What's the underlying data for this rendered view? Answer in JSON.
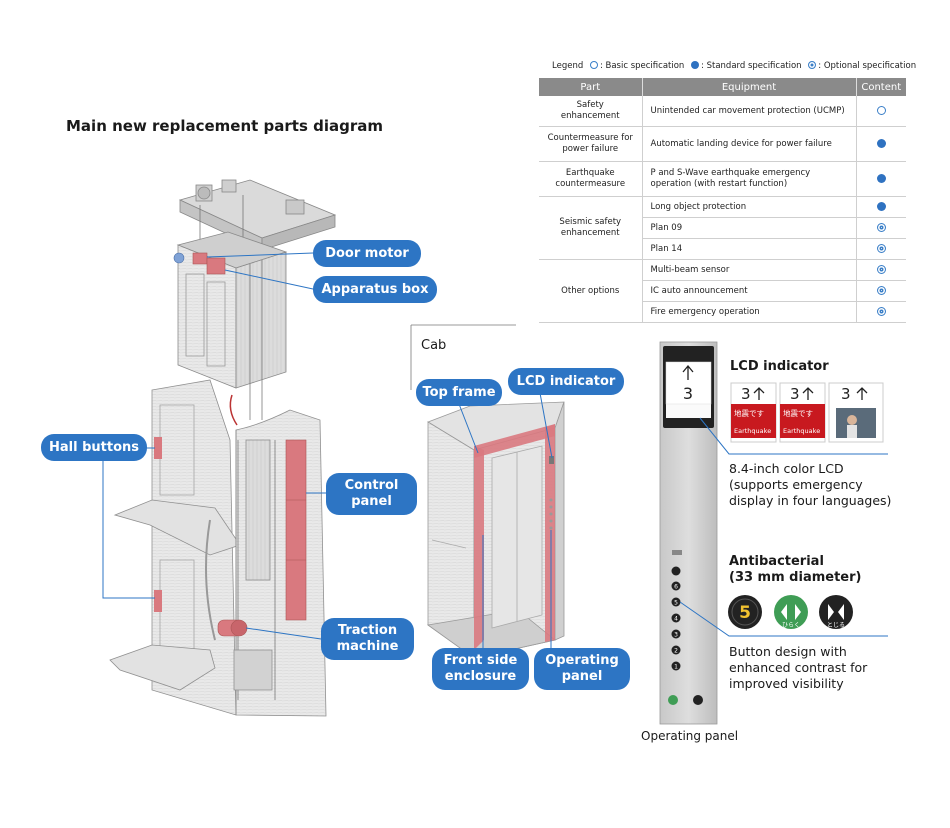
{
  "title": "Main new replacement parts diagram",
  "legend": {
    "label": "Legend",
    "basic": ": Basic specification",
    "standard": ": Standard specification",
    "optional": ": Optional specification"
  },
  "table": {
    "headers": [
      "Part",
      "Equipment",
      "Content"
    ],
    "rows": [
      {
        "part": "Safety enhancement",
        "equipment": "Unintended car movement protection (UCMP)",
        "content": "basic"
      },
      {
        "part": "Countermeasure for power failure",
        "equipment": "Automatic landing device for power failure",
        "content": "standard"
      },
      {
        "part": "Earthquake countermeasure",
        "equipment": "P and S-Wave earthquake emergency operation (with restart function)",
        "content": "standard"
      },
      {
        "part": "Seismic safety enhancement",
        "equipment": "Long object protection",
        "content": "standard"
      },
      {
        "part": "",
        "equipment": "Plan 09",
        "content": "optional"
      },
      {
        "part": "",
        "equipment": "Plan 14",
        "content": "optional"
      },
      {
        "part": "Other options",
        "equipment": "Multi-beam sensor",
        "content": "optional"
      },
      {
        "part": "",
        "equipment": "IC auto announcement",
        "content": "optional"
      },
      {
        "part": "",
        "equipment": "Fire emergency operation",
        "content": "optional"
      }
    ]
  },
  "callouts": {
    "door_motor": "Door motor",
    "apparatus_box": "Apparatus box",
    "hall_buttons": "Hall buttons",
    "control_panel": "Control panel",
    "traction_machine": "Traction machine",
    "top_frame": "Top frame",
    "lcd_indicator": "LCD indicator",
    "front_side_enclosure": "Front side enclosure",
    "operating_panel": "Operating panel"
  },
  "cab_label": "Cab",
  "lcd": {
    "heading": "LCD indicator",
    "desc": [
      "8.4-inch color LCD",
      "(supports emergency",
      "display in four languages)"
    ],
    "screen_floor": "3",
    "screen1_text": "地震です",
    "screen2_text": "Earthquake",
    "screen3_floor": "3"
  },
  "buttons": {
    "heading": [
      "Antibacterial",
      "(33 mm diameter)"
    ],
    "desc": [
      "Button design with",
      "enhanced contrast for",
      "improved visibility"
    ],
    "sample_floor": "5",
    "open_label": "ひらく",
    "close_label": "とじる"
  },
  "panel": {
    "floors": [
      "6",
      "5",
      "4",
      "3",
      "2",
      "1"
    ],
    "label": "Operating panel"
  },
  "colors": {
    "accent": "#2d75c4",
    "highlight": "#d9797f",
    "table_header": "#8a8a8a",
    "alert_red": "#c8191f",
    "open_green": "#3f9d55"
  }
}
